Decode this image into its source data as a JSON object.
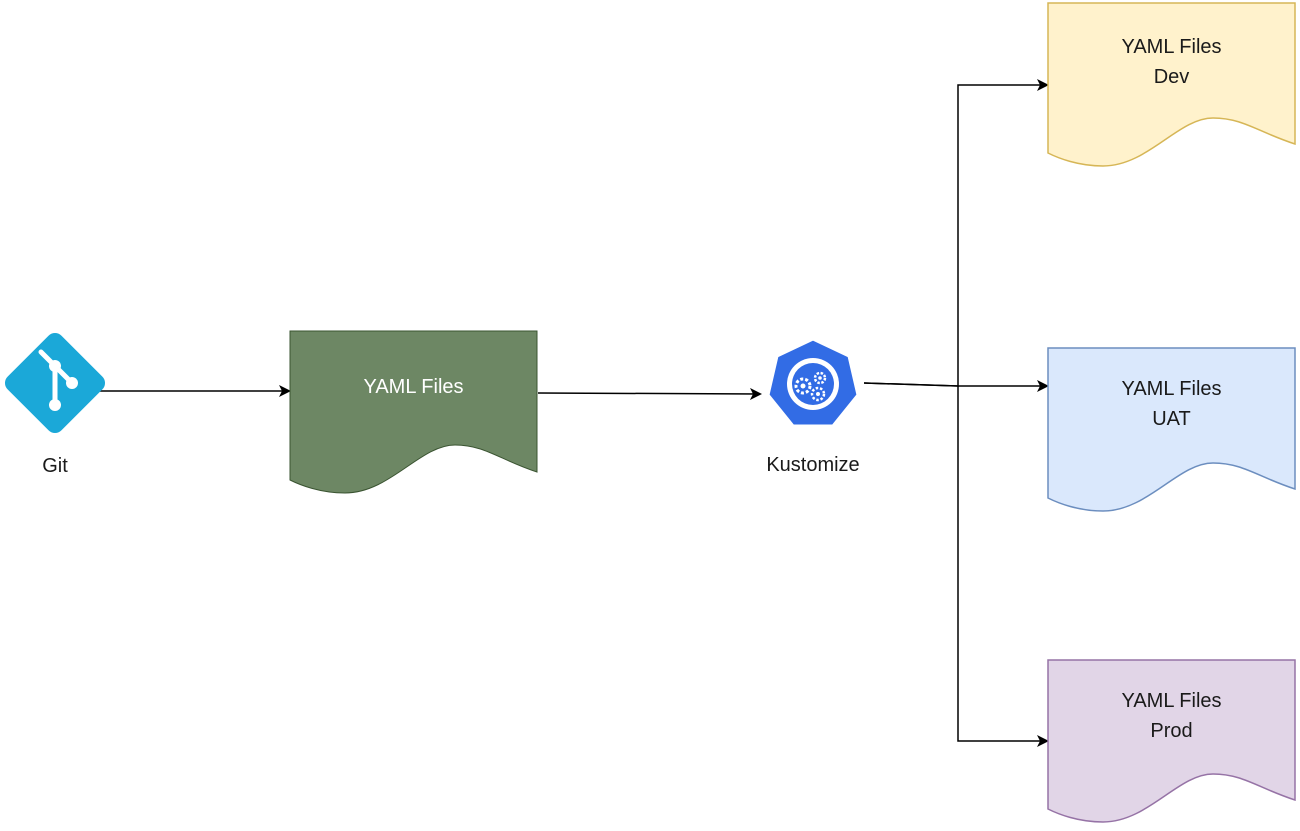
{
  "nodes": {
    "git": {
      "label": "Git",
      "icon": "git-icon",
      "color": "#1ba8d8"
    },
    "source_yaml": {
      "line1": "YAML Files",
      "fill": "#6d8764",
      "stroke": "#3a5431",
      "text_color": "#ffffff"
    },
    "kustomize": {
      "label": "Kustomize",
      "icon": "kustomize-gear-icon",
      "color": "#326ce5"
    },
    "dev_yaml": {
      "line1": "YAML Files",
      "line2": "Dev",
      "fill": "#fff2cc",
      "stroke": "#d6b656"
    },
    "uat_yaml": {
      "line1": "YAML Files",
      "line2": "UAT",
      "fill": "#dae8fc",
      "stroke": "#6c8ebf"
    },
    "prod_yaml": {
      "line1": "YAML Files",
      "line2": "Prod",
      "fill": "#e1d5e7",
      "stroke": "#9673a6"
    }
  },
  "edge_color": "#000000"
}
